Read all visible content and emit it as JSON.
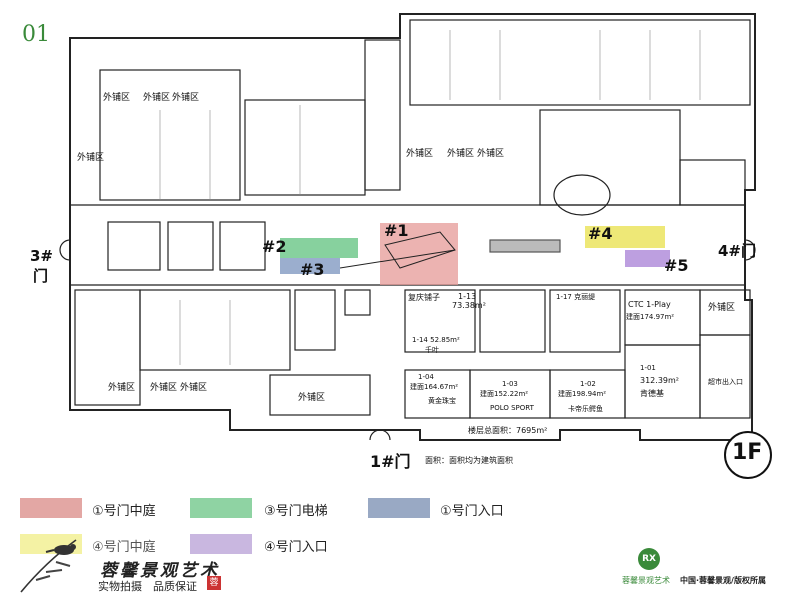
{
  "page_number": "01",
  "floor_badge": "1F",
  "doors": {
    "door1_bottom": "1#门",
    "door3_left_num": "3#",
    "door3_left_char": "门",
    "door4_right": "4#门"
  },
  "markers": {
    "m1": "#1",
    "m2": "#2",
    "m3": "#3",
    "m4": "#4",
    "m5": "#5"
  },
  "plan_notes": {
    "area_total": "楼层总面积：7695m²",
    "area_note": "面积：面积均为建筑面积",
    "supermarket": "超市出入口"
  },
  "zones": {
    "outer_shop": "外铺区",
    "shop_113": "1-13",
    "shop_113_area": "73.38m²",
    "fuqing": "复庆铺子",
    "shop_114": "1-14 52.85m²",
    "qianye": "千叶",
    "shop_117": "1-17 克丽缇",
    "shop_104": "1-04",
    "shop_104_area": "建面164.67m²",
    "shop_104_name": "黄金珠宝",
    "shop_103": "1-03",
    "shop_103_area": "建面152.22m²",
    "shop_103_name": "POLO SPORT",
    "shop_102": "1-02",
    "shop_102_area": "建面198.94m²",
    "shop_102_name": "卡帝乐鳄鱼",
    "shop_101": "1-01",
    "shop_101_area": "312.39m²",
    "shop_101_name": "肯德基",
    "ctc": "CTC 1-Play",
    "ctc_area": "建面174.97m²"
  },
  "legend": [
    {
      "label": "①号门中庭",
      "color": "#e3a7a4"
    },
    {
      "label": "③号门电梯",
      "color": "#8fd3a3"
    },
    {
      "label": "①号门入口",
      "color": "#99a9c4"
    },
    {
      "label": "④号门中庭",
      "color": "#f4f2a4"
    },
    {
      "label": "④号门入口",
      "color": "#c9b7e0"
    }
  ],
  "colors": {
    "pink": "#e59a97",
    "green": "#5fc27d",
    "blue": "#7a93bd",
    "yellow": "#e8e04a",
    "purple": "#a77fd6",
    "page_green": "#3a8a3a"
  },
  "brand": {
    "calligraphy": "蓉馨景观艺术",
    "slogan": "实物拍摄　品质保证",
    "seal": "蓉",
    "logo_letters": "RX",
    "logo_caption": "蓉馨景观艺术",
    "copyright": "中国·蓉馨景观/版权所属"
  }
}
